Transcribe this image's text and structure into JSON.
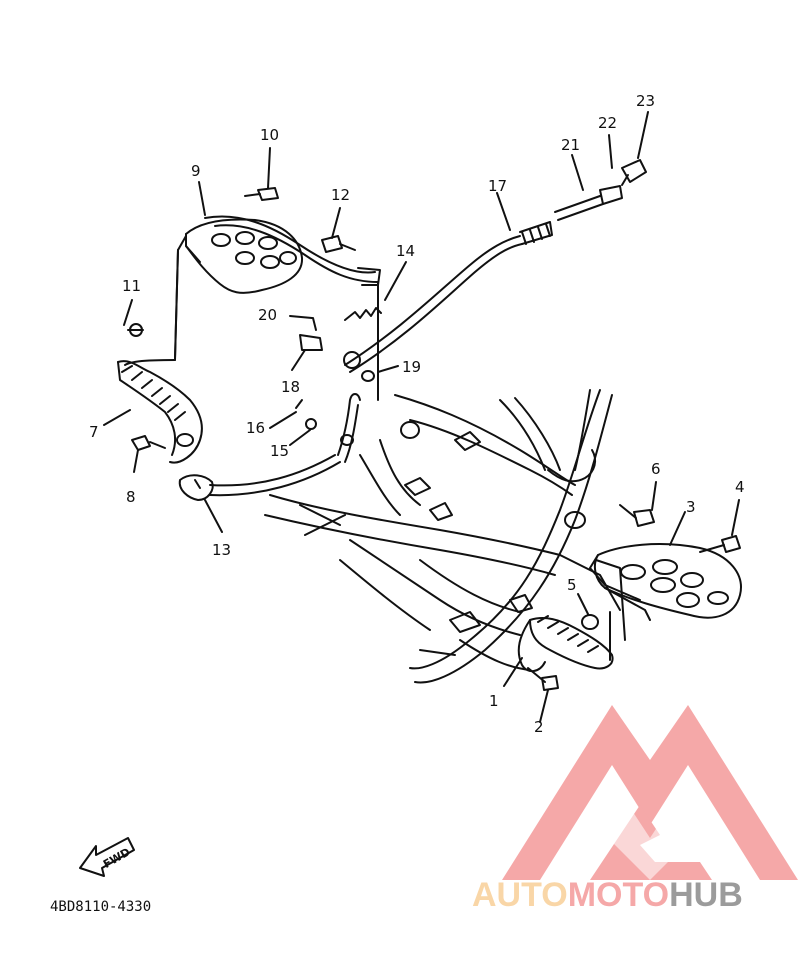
{
  "diagram": {
    "part_numbers": [
      "1",
      "2",
      "3",
      "4",
      "5",
      "6",
      "7",
      "8",
      "9",
      "10",
      "11",
      "12",
      "13",
      "14",
      "15",
      "16",
      "17",
      "18",
      "19",
      "20",
      "21",
      "22",
      "23"
    ],
    "fwd_label": "FWD",
    "drawing_code": "4BD8110-4330"
  },
  "watermark": {
    "word1": "AUTO",
    "word2": "MOTO",
    "word3": "HUB",
    "colors": {
      "auto": "#f7c98a",
      "moto": "#f28b8b",
      "hub": "#7a7a7a",
      "logo": "#f28b8b"
    }
  }
}
